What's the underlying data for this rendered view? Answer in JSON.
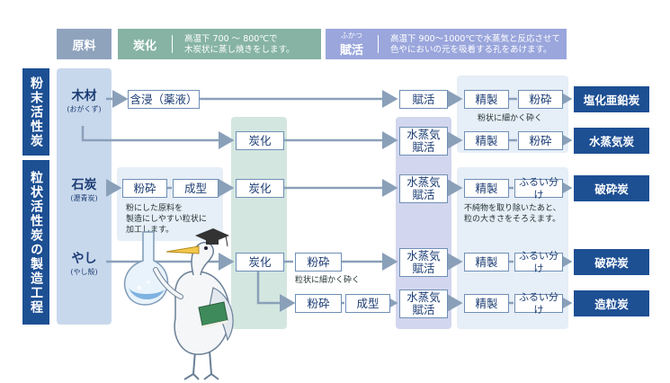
{
  "header": {
    "raw_label": "原料",
    "carbonize_label": "炭化",
    "carbonize_desc": [
      "高温下 700 〜 800℃で",
      "木炭状に蒸し焼きをします。"
    ],
    "activate_ruby": "ふかつ",
    "activate_label": "賦活",
    "activate_desc": [
      "高温下 900〜1000℃で水蒸気と反応させて",
      "色やにおいの元を吸着する孔をあけます。"
    ]
  },
  "side": {
    "powder": "粉末活性炭",
    "granular": "粒状活性炭の製造工程"
  },
  "materials": {
    "wood": {
      "name": "木材",
      "reading": "(おがくず)"
    },
    "coal": {
      "name": "石炭",
      "reading": "(瀝青炭)"
    },
    "palm": {
      "name": "やし",
      "reading": "(やし殻)"
    }
  },
  "steps": {
    "impregnate": "含浸（薬液）",
    "activation": "賦活",
    "refine": "精製",
    "crush": "粉砕",
    "carbonize": "炭化",
    "steam_activation_1": "水蒸気",
    "steam_activation_2": "賦活",
    "shaping": "成型",
    "sieve": "ふるい分け"
  },
  "notes": {
    "fine_crush": "粉状に細かく砕く",
    "coal_prep": [
      "粉にした原料を",
      "製造にしやすい粒状に",
      "加工します。"
    ],
    "impurity": [
      "不純物を取り除いたあと、",
      "粒の大きさをそろえます。"
    ],
    "granule_crush": "粒状に細かく砕く"
  },
  "outputs": {
    "zinc": "塩化亜鉛炭",
    "steam": "水蒸気炭",
    "crushed1": "破砕炭",
    "crushed2": "破砕炭",
    "granulated": "造粒炭"
  },
  "colors": {
    "raw_band": "#c8d8ec",
    "carb_band": "#d3e6e0",
    "act_band": "#d2d6ee",
    "refine_band": "#e6eef7",
    "dark_blue": "#1d4f93",
    "header_gray": "#8fa3bd",
    "header_green": "#86b3a3",
    "header_purple": "#9aa6dc"
  }
}
